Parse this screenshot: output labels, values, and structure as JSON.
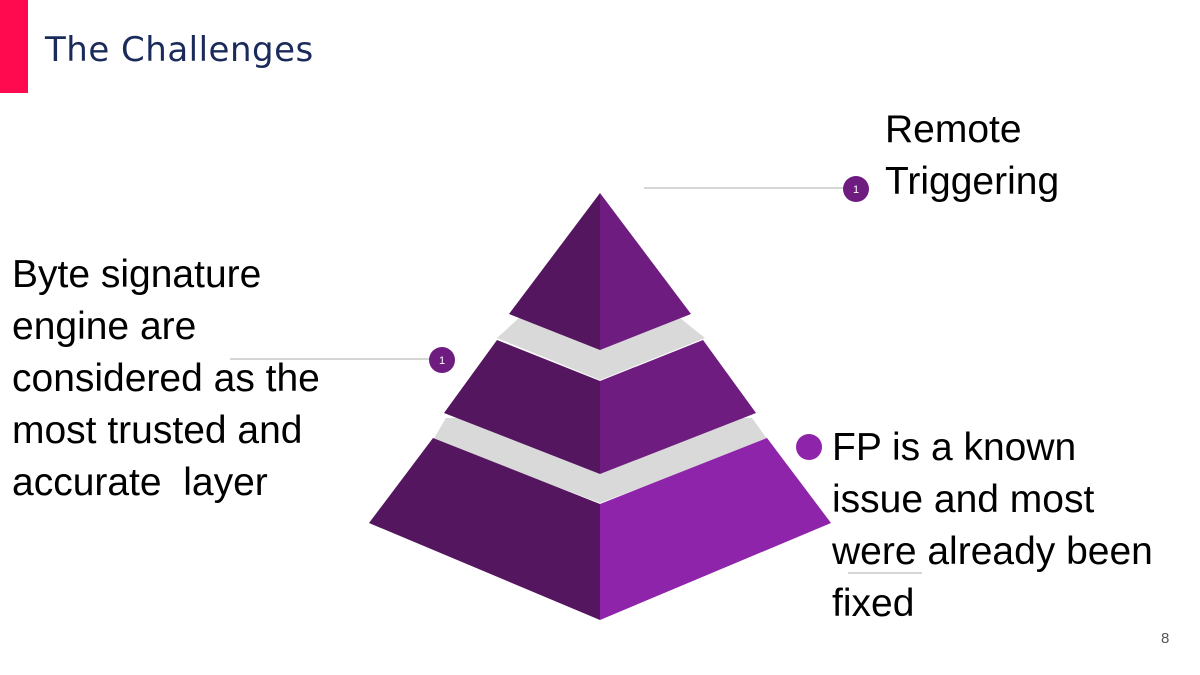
{
  "slide": {
    "title": "The Challenges",
    "page_number": "8"
  },
  "callouts": {
    "top": {
      "marker": "1",
      "lines": [
        "Remote",
        "Triggering"
      ]
    },
    "left": {
      "marker": "1",
      "lines": [
        "Byte signature",
        "engine are",
        "considered as the",
        "most trusted and",
        "accurate  layer"
      ]
    },
    "right": {
      "lines": [
        "FP is a known",
        "issue and most",
        "were already been",
        "fixed"
      ]
    }
  },
  "colors": {
    "accent": "#ff0a4e",
    "title": "#1a2a5a",
    "pyramid_dark": "#54165e",
    "pyramid_mid": "#6e1c80",
    "pyramid_light": "#8e24aa",
    "separator": "#d9d9d9"
  }
}
